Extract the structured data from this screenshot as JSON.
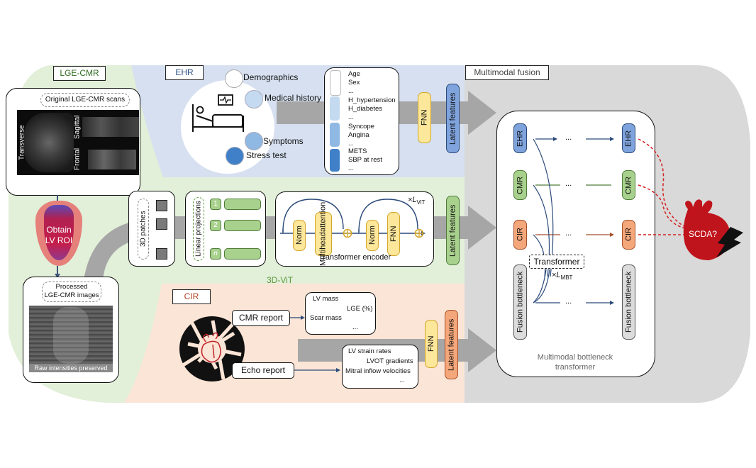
{
  "sections": {
    "lge_cmr": {
      "label": "LGE-CMR",
      "color": "#2e6b1f"
    },
    "ehr": {
      "label": "EHR",
      "color": "#2b4f86"
    },
    "vit": {
      "label": "3D-ViT",
      "color": "#5a9a3c"
    },
    "cir": {
      "label": "CIR",
      "color": "#b0401f"
    },
    "fusion": {
      "label": "Multimodal fusion",
      "color": "#444444"
    }
  },
  "lge": {
    "original_title": "Original LGE-CMR scans",
    "views": [
      "Transverse",
      "Sagittal",
      "Frontal"
    ],
    "roi_label_1": "Obtain",
    "roi_label_2": "LV ROI",
    "processed_title_1": "Processed",
    "processed_title_2": "LGE-CMR images",
    "raw_caption": "Raw intensities preserved"
  },
  "ehr": {
    "categories": [
      {
        "label": "Demographics",
        "color": "#ffffff"
      },
      {
        "label": "Medical history",
        "color": "#c3daf0"
      },
      {
        "label": "Symptoms",
        "color": "#8fb9e2"
      },
      {
        "label": "Stress test",
        "color": "#3f80c8"
      }
    ],
    "feature_groups": [
      {
        "items": [
          "Age",
          "Sex",
          "..."
        ],
        "color": "#ffffff"
      },
      {
        "items": [
          "H_hypertension",
          "H_diabetes",
          "..."
        ],
        "color": "#c3daf0"
      },
      {
        "items": [
          "Syncope",
          "Angina",
          "..."
        ],
        "color": "#8fb9e2"
      },
      {
        "items": [
          "METS",
          "SBP at rest",
          "..."
        ],
        "color": "#3f80c8"
      }
    ],
    "fnn": "FNN",
    "latent": "Latent features"
  },
  "vit": {
    "patches_label": "3D patches",
    "projections_label": "Linear projections",
    "tokens": [
      "1",
      "2",
      "n"
    ],
    "norm1": "Norm",
    "mha_1": "Multihead",
    "mha_2": "attention",
    "norm2": "Norm",
    "fnn": "FNN",
    "repeat_prefix": "×L",
    "repeat_sub": "ViT",
    "encoder_title": "Transformer encoder",
    "latent": "Latent features"
  },
  "cir": {
    "cmr_report": "CMR report",
    "echo_report": "Echo report",
    "cmr_items": [
      "LV mass",
      "LGE (%)",
      "Scar mass",
      "..."
    ],
    "echo_items": [
      "LV strain rates",
      "LVOT gradients",
      "Mitral inflow velocities",
      "..."
    ],
    "fnn": "FNN",
    "latent": "Latent features"
  },
  "fusion": {
    "rows": [
      {
        "label": "EHR",
        "fill": "#7fa3dc",
        "line": "#2b4a7a"
      },
      {
        "label": "CMR",
        "fill": "#a9d18e",
        "line": "#4f7d39"
      },
      {
        "label": "CIR",
        "fill": "#f4a77a",
        "line": "#a5502a"
      },
      {
        "label": "Fusion bottleneck",
        "fill": "#dcdcdc",
        "line": "#2b4a7a"
      }
    ],
    "ellipsis": "...",
    "transformer": "Transformer",
    "repeat_prefix": "×L",
    "repeat_sub": "MBT",
    "caption_1": "Multimodal bottleneck",
    "caption_2": "transformer",
    "outcome": "SCDA?"
  }
}
